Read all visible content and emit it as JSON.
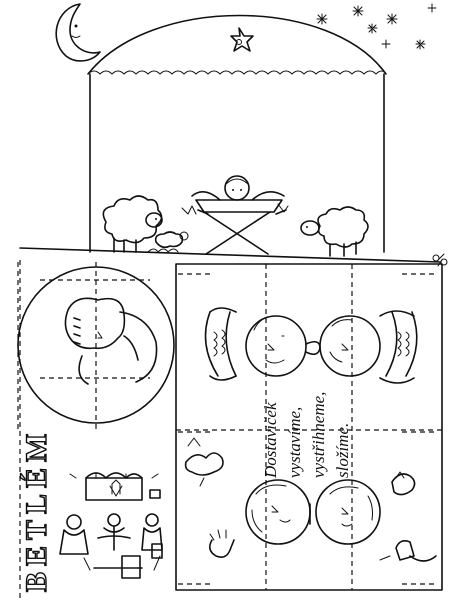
{
  "title": "BETLÉM",
  "poem": {
    "lines": [
      "Dostaviček",
      "vystavíme,",
      "vystřihneme,",
      "složíme."
    ]
  },
  "icons": {
    "moon": "crescent-moon-icon",
    "stars": "star-icon",
    "scissors": "scissors-icon"
  },
  "colors": {
    "ink": "#111111",
    "paper": "#ffffff"
  }
}
